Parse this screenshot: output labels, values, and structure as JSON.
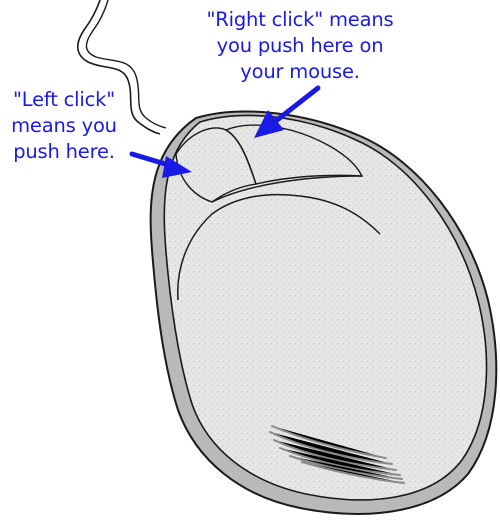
{
  "labels": {
    "right_click": {
      "line1": "\"Right click\" means",
      "line2": "you push here on",
      "line3": "your mouse."
    },
    "left_click": {
      "line1": "\"Left click\"",
      "line2": "means you",
      "line3": "push here."
    }
  },
  "colors": {
    "text": "#1a1ae6",
    "arrow": "#1a1ae6",
    "outline": "#1a1a1a",
    "body": "#e4e4e4",
    "shadow": "#b5b5b5",
    "background": "#ffffff"
  }
}
